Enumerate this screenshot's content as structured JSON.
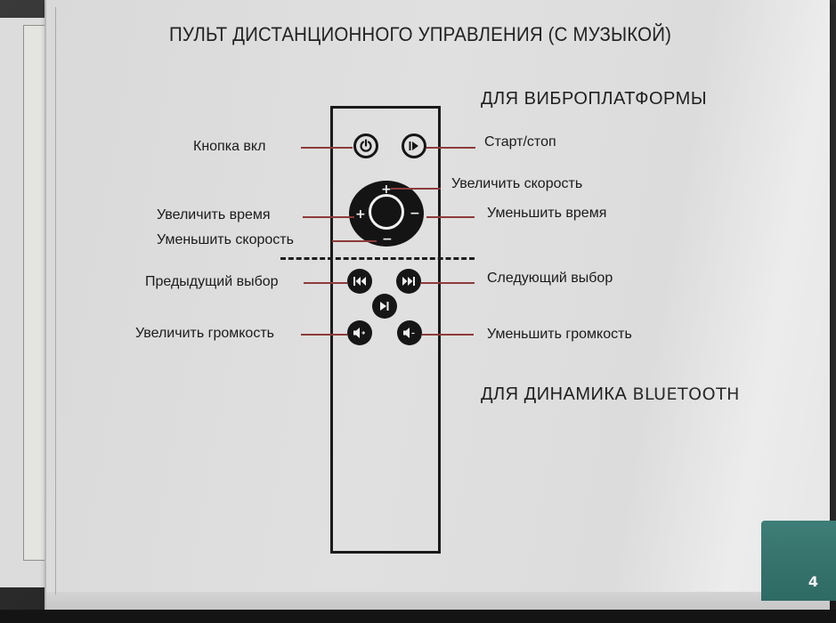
{
  "document": {
    "title": "ПУЛЬТ ДИСТАНЦИОННОГО УПРАВЛЕНИЯ (С МУЗЫКОЙ)",
    "sections": {
      "vibration_platform": "ДЛЯ ВИБРОПЛАТФОРМЫ",
      "bluetooth_speaker_prefix": "ДЛЯ ДИНАМИКА",
      "bluetooth_speaker_suffix": "BLUETOOTH"
    },
    "page_number": "4"
  },
  "remote": {
    "buttons": {
      "power": {
        "label": "Кнопка вкл",
        "icon": "power-icon"
      },
      "start_stop": {
        "label": "Старт/стоп",
        "icon": "play-circle-icon"
      },
      "speed_up": {
        "label": "Увеличить скорость",
        "symbol": "+"
      },
      "time_up": {
        "label": "Увеличить время",
        "symbol": "+"
      },
      "time_down": {
        "label": "Уменьшить время",
        "symbol": "−"
      },
      "speed_down": {
        "label": "Уменьшить скорость",
        "symbol": "−"
      },
      "prev": {
        "label": "Предыдущий выбор",
        "icon": "skip-back-icon"
      },
      "next": {
        "label": "Следующий выбор",
        "icon": "skip-forward-icon"
      },
      "play_pause": {
        "icon": "play-pause-icon"
      },
      "volume_up": {
        "label": "Увеличить громкость",
        "icon": "volume-up-icon"
      },
      "volume_down": {
        "label": "Уменьшить громкость",
        "icon": "volume-down-icon"
      }
    }
  },
  "colors": {
    "leader_line": "#8d3b3b",
    "page_tab": "#3a7670",
    "button_fill": "#161616"
  }
}
